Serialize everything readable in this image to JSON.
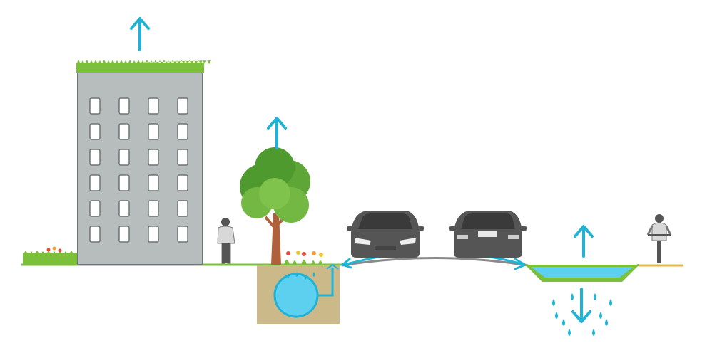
{
  "diagram": {
    "kind": "street cross-section, stormwater management",
    "elements": [
      {
        "name": "green-roof-building",
        "has_green_roof": true,
        "evapotranspiration_arrow": true,
        "window_rows": 6,
        "window_cols": 4
      },
      {
        "name": "tree",
        "evapotranspiration_arrow": true
      },
      {
        "name": "pedestrian"
      },
      {
        "name": "flower-bed"
      },
      {
        "name": "underground-storage-tank"
      },
      {
        "name": "car-front-facing"
      },
      {
        "name": "car-rear-facing"
      },
      {
        "name": "swale-with-water",
        "evaporation_arrow": true,
        "infiltration_arrow": true
      },
      {
        "name": "cyclist"
      }
    ],
    "colors": {
      "water_arrow": "#1fb3d6",
      "grass": "#7bbf3a",
      "building": "#b7bdbd",
      "soil": "#cbb98a",
      "tank_water": "#5ed0ef",
      "car": "#555555",
      "path": "#e0b84a"
    }
  }
}
